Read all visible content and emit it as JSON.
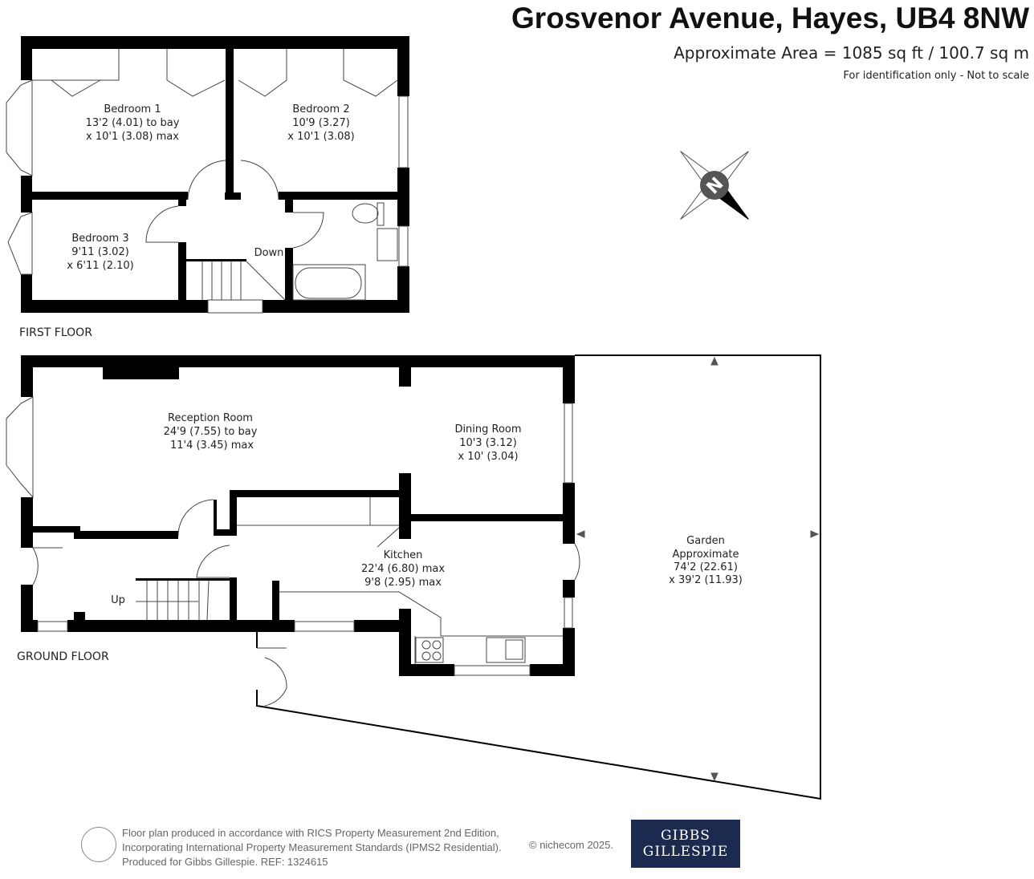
{
  "header": {
    "title": "Grosvenor Avenue, Hayes, UB4 8NW",
    "area": "Approximate Area = 1085 sq ft / 100.7 sq m",
    "note": "For identification only - Not to scale"
  },
  "compass": {
    "label": "N"
  },
  "first_floor": {
    "label": "FIRST FLOOR",
    "rooms": [
      {
        "name": "Bedroom 1",
        "dim1": "13'2 (4.01) to bay",
        "dim2": "x 10'1 (3.08) max"
      },
      {
        "name": "Bedroom 2",
        "dim1": "10'9 (3.27)",
        "dim2": "x 10'1 (3.08)"
      },
      {
        "name": "Bedroom 3",
        "dim1": "9'11 (3.02)",
        "dim2": "x 6'11 (2.10)"
      }
    ],
    "stairs_label": "Down"
  },
  "ground_floor": {
    "label": "GROUND FLOOR",
    "rooms": [
      {
        "name": "Reception Room",
        "dim1": "24'9 (7.55) to bay",
        "dim2": "11'4 (3.45) max"
      },
      {
        "name": "Dining Room",
        "dim1": "10'3 (3.12)",
        "dim2": "x 10' (3.04)"
      },
      {
        "name": "Kitchen",
        "dim1": "22'4 (6.80) max",
        "dim2": "9'8 (2.95) max"
      },
      {
        "name": "Garden",
        "dim0": "Approximate",
        "dim1": "74'2 (22.61)",
        "dim2": "x 39'2 (11.93)"
      }
    ],
    "stairs_label": "Up"
  },
  "footer": {
    "lines": [
      "Floor plan produced in accordance with RICS Property Measurement 2nd Edition,",
      "Incorporating International Property Measurement Standards (IPMS2 Residential).",
      "Produced for Gibbs Gillespie.   REF:  1324615"
    ],
    "copyright": "© nichecom 2025.",
    "logo_line1": "GIBBS",
    "logo_line2": "GILLESPIE"
  },
  "colors": {
    "wall": "#000000",
    "logo_bg": "#1d2a4f"
  }
}
